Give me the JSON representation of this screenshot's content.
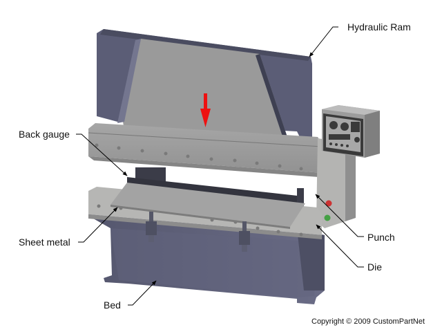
{
  "diagram": {
    "subject": "press brake",
    "labels": {
      "hydraulic_ram": "Hydraulic Ram",
      "back_gauge": "Back gauge",
      "sheet_metal": "Sheet metal",
      "bed": "Bed",
      "punch": "Punch",
      "die": "Die"
    },
    "copyright": "Copyright © 2009 CustomPartNet",
    "colors": {
      "frame": "#5e6078",
      "frame_light": "#74768f",
      "steel": "#9c9c9c",
      "steel_light": "#b8b8b6",
      "dark_bar": "#33343e",
      "arrow": "#ee1111",
      "button_red": "#cc3333",
      "button_green": "#44a044"
    }
  }
}
